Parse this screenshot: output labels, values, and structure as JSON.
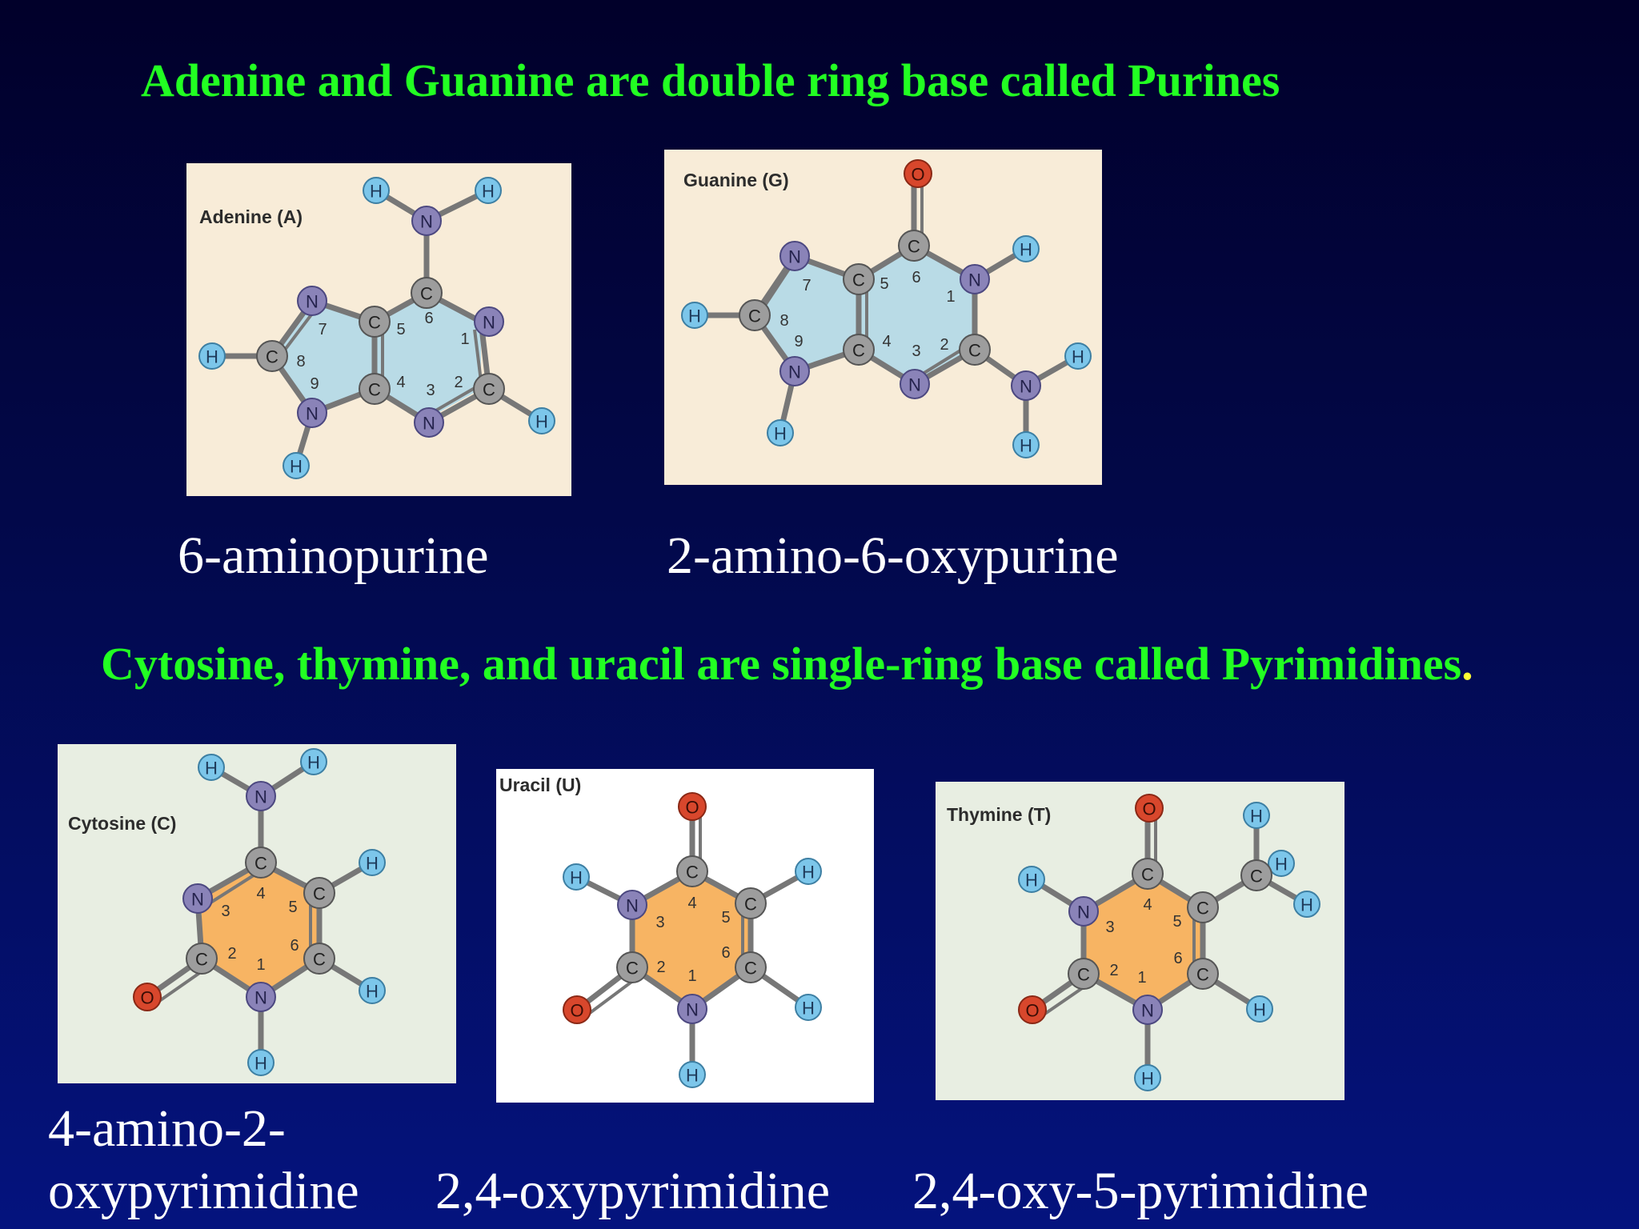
{
  "heading_purines": "Adenine and Guanine are double ring base called Purines",
  "heading_pyrimidines": "Cytosine, thymine, and uracil are single-ring base called Pyrimidines",
  "heading_pyrimidines_period": ".",
  "colors": {
    "heading": "#22ff22",
    "period": "#ffff33",
    "purine_ring": "#b9dbe6",
    "pyrimidine_ring": "#f7b463",
    "carbon": "#9d9d9d",
    "nitrogen": "#8a83b8",
    "hydrogen": "#7cc6ea",
    "oxygen": "#d8472c"
  },
  "molecules": {
    "adenine": {
      "title": "Adenine (A)",
      "caption": "6-aminopurine"
    },
    "guanine": {
      "title": "Guanine (G)",
      "caption": "2-amino-6-oxypurine"
    },
    "cytosine": {
      "title": "Cytosine (C)",
      "caption_line1": "4-amino-2-",
      "caption_line2": "oxypyrimidine"
    },
    "uracil": {
      "title": "Uracil (U)",
      "caption": "2,4-oxypyrimidine"
    },
    "thymine": {
      "title": "Thymine (T)",
      "caption": "2,4-oxy-5-pyrimidine"
    }
  },
  "atoms": {
    "C": "C",
    "N": "N",
    "H": "H",
    "O": "O"
  },
  "ring_numbers": {
    "n1": "1",
    "n2": "2",
    "n3": "3",
    "n4": "4",
    "n5": "5",
    "n6": "6",
    "n7": "7",
    "n8": "8",
    "n9": "9"
  }
}
